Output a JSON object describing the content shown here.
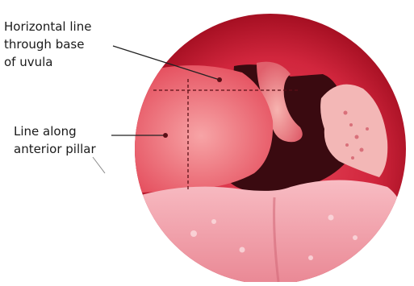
{
  "figure": {
    "labels": [
      {
        "id": "horizontal-line",
        "lines": [
          "Horizontal line",
          "through base",
          "of uvula"
        ]
      },
      {
        "id": "anterior-pillar",
        "lines": [
          "Line along",
          "anterior pillar"
        ]
      }
    ],
    "colors": {
      "background": "#ffffff",
      "rim": "#b5122a",
      "rim_light": "#e0364a",
      "tonsil": "#ef6a72",
      "tonsil_light": "#f6a3a3",
      "uvula": "#f08f8f",
      "throat_dark": "#3a0a10",
      "tongue": "#f4a5ad",
      "tongue_light": "#fad1d5",
      "posterior_wall": "#f7c2c2",
      "guide_line": "#5a0f16",
      "leader_line": "#222222"
    }
  }
}
